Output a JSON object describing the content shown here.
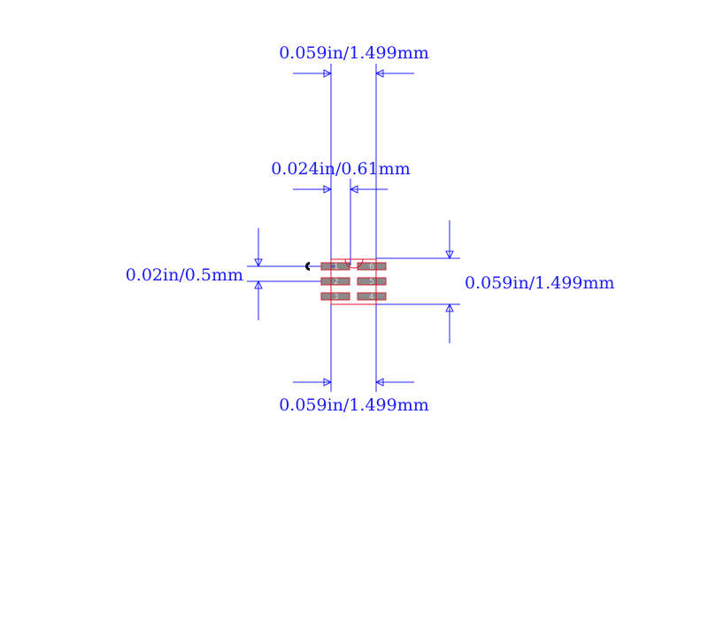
{
  "colors": {
    "dimension": "#0000ff",
    "body": "#e0102a",
    "pad": "#8a8a8a"
  },
  "dimensions": {
    "top_width": "0.059in/1.499mm",
    "pad_width": "0.024in/0.61mm",
    "pitch": "0.02in/0.5mm",
    "height": "0.059in/1.499mm",
    "bottom_width": "0.059in/1.499mm"
  },
  "pins": [
    "1",
    "2",
    "3",
    "4",
    "5",
    "6"
  ]
}
